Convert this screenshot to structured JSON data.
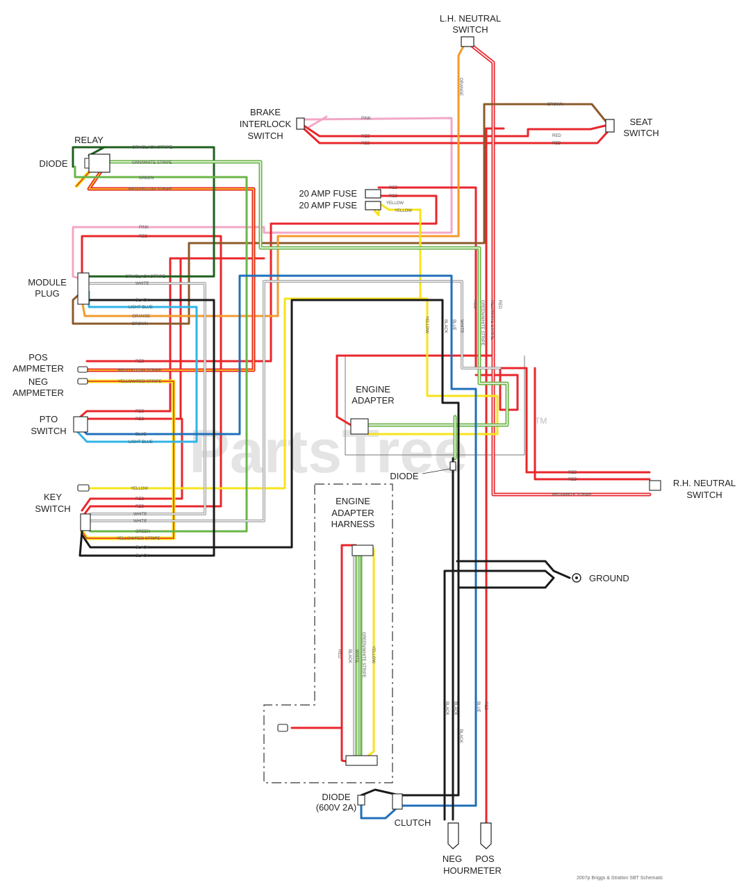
{
  "labels": {
    "lh_neutral_switch": [
      "L.H. NEUTRAL",
      "SWITCH"
    ],
    "brake_interlock_switch": [
      "BRAKE",
      "INTERLOCK",
      "SWITCH"
    ],
    "seat_switch": [
      "SEAT",
      "SWITCH"
    ],
    "relay": "RELAY",
    "diode_top": "DIODE",
    "fuse_1": "20 AMP FUSE",
    "fuse_2": "20 AMP FUSE",
    "module_plug": [
      "MODULE",
      "PLUG"
    ],
    "pos_ampmeter": [
      "POS",
      "AMPMETER"
    ],
    "neg_ampmeter": [
      "NEG",
      "AMPMETER"
    ],
    "pto_switch": [
      "PTO",
      "SWITCH"
    ],
    "key_switch": [
      "KEY",
      "SWITCH"
    ],
    "engine_adapter": [
      "ENGINE",
      "ADAPTER"
    ],
    "diode_mid": "DIODE",
    "rh_neutral_switch": [
      "R.H. NEUTRAL",
      "SWITCH"
    ],
    "engine_adapter_harness": [
      "ENGINE",
      "ADAPTER",
      "HARNESS"
    ],
    "ground": "GROUND",
    "diode_bottom": [
      "DIODE",
      "(600V 2A)"
    ],
    "clutch": "CLUTCH",
    "neg_hourmeter": "NEG",
    "pos_hourmeter": "POS",
    "hourmeter": "HOURMETER"
  },
  "watermark": "PartsTree",
  "trademark": "TM",
  "footer": "2007p Briggs & Stratton SBT Schematic",
  "wire_labels": {
    "pink": "PINK",
    "red": "RED",
    "brown": "BROWN",
    "orange": "ORANGE",
    "yellow": "YELLOW",
    "green": "GREEN",
    "green_white": "GRN/WHITE STRIPE",
    "green_white_caps": "GREEN/WHITE STRIPE",
    "red_white": "RED/WHITE STRIPE",
    "red_yellow": "RED/YELLOW STRIPE",
    "yellow_red": "YELLOW/RED STRIPE",
    "white": "WHITE",
    "black": "BLACK",
    "light_blue": "LIGHT BLUE",
    "blue": "BLUE",
    "grn_blk": "GRN/BLACK STRIPE"
  },
  "colors": {
    "red": "#e8262b",
    "pink": "#f2a7c6",
    "brown": "#8b5a2b",
    "orange": "#f39a2b",
    "yellow": "#f7e31a",
    "green": "#6ab547",
    "dark_green": "#1f5f1f",
    "blue": "#1f6fba",
    "light_blue": "#2fb4e6",
    "black": "#1a1a1a",
    "white_wire": "#888888"
  }
}
